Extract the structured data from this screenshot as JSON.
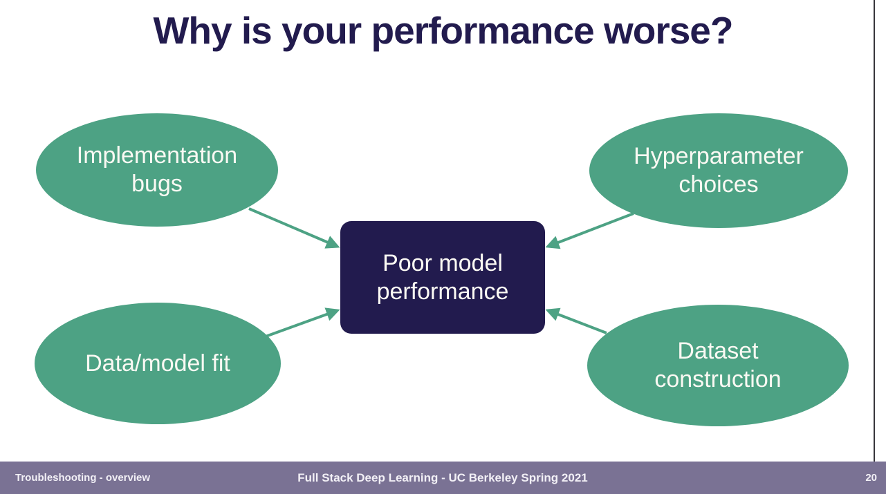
{
  "slide": {
    "title": "Why is your performance worse?",
    "nodes": {
      "implementation_bugs": {
        "label": "Implementation\nbugs"
      },
      "hyperparameter_choices": {
        "label": "Hyperparameter\nchoices"
      },
      "data_model_fit": {
        "label": "Data/model fit"
      },
      "dataset_construction": {
        "label": "Dataset\nconstruction"
      }
    },
    "center_node": {
      "label": "Poor model\nperformance"
    }
  },
  "footer": {
    "section": "Troubleshooting - overview",
    "course": "Full Stack Deep Learning - UC Berkeley Spring 2021",
    "page_number": "20"
  },
  "colors": {
    "node_green": "#4da284",
    "arrow_green": "#4da284",
    "center_navy": "#221b4e",
    "title_navy": "#221b4e",
    "footer_purple": "#7a7294"
  }
}
